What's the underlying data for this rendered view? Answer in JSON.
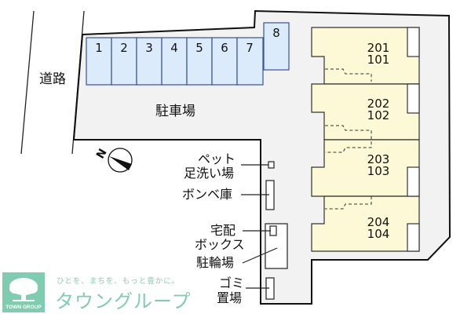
{
  "road": {
    "label": "道路"
  },
  "parking": {
    "label": "駐車場",
    "spaces": [
      "1",
      "2",
      "3",
      "4",
      "5",
      "6",
      "7",
      "8"
    ],
    "fill_color": "#dcebfb",
    "border_color": "#3a4f9a"
  },
  "building": {
    "fill_color": "#fdf9d6",
    "units": [
      {
        "upper": "201",
        "lower": "101"
      },
      {
        "upper": "202",
        "lower": "102"
      },
      {
        "upper": "203",
        "lower": "103"
      },
      {
        "upper": "204",
        "lower": "104"
      }
    ]
  },
  "facilities": {
    "pet_wash": {
      "line1": "ペット",
      "line2": "足洗い場"
    },
    "gas_cylinder": {
      "label": "ボンベ庫"
    },
    "delivery_box": {
      "line1": "宅配",
      "line2": "ボックス"
    },
    "bicycle_parking": {
      "label": "駐輪場"
    },
    "garbage": {
      "line1": "ゴミ",
      "line2": "置場"
    }
  },
  "compass": {
    "label": "N",
    "icon": "north-arrow-icon"
  },
  "logo": {
    "emblem_text": "TOWN GROUP",
    "tagline": "ひとを、まちを、もっと豊かに。",
    "brand": "タウングループ",
    "color": "#80ccb0"
  },
  "site": {
    "ground_color": "#f2f2f2"
  }
}
